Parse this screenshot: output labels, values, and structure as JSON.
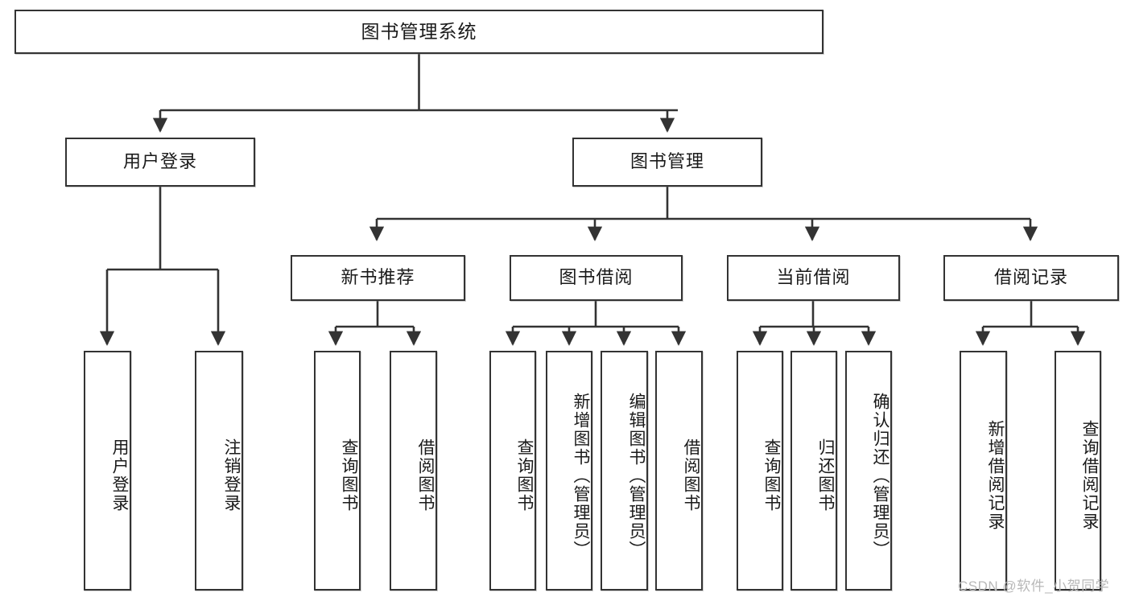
{
  "diagram": {
    "type": "tree-hierarchy-chart",
    "title_text": "图书管理系统",
    "stroke_color": "#333333",
    "fill_color": "#ffffff",
    "text_color": "#1a1a1a",
    "root": {
      "label": "图书管理系统"
    },
    "level2": [
      {
        "label": "用户登录"
      },
      {
        "label": "图书管理"
      }
    ],
    "level3": [
      {
        "label": "新书推荐"
      },
      {
        "label": "图书借阅"
      },
      {
        "label": "当前借阅"
      },
      {
        "label": "借阅记录"
      }
    ],
    "leaves": {
      "user_login": [
        {
          "label": "用户登录"
        },
        {
          "label": "注销登录"
        }
      ],
      "new_book_recommend": [
        {
          "label": "查询图书"
        },
        {
          "label": "借阅图书"
        }
      ],
      "book_borrow": [
        {
          "label": "查询图书"
        },
        {
          "label": "新增图书（管理员）"
        },
        {
          "label": "编辑图书（管理员）"
        },
        {
          "label": "借阅图书"
        }
      ],
      "current_borrow": [
        {
          "label": "查询图书"
        },
        {
          "label": "归还图书"
        },
        {
          "label": "确认归还（管理员）"
        }
      ],
      "borrow_records": [
        {
          "label": "新增借阅记录"
        },
        {
          "label": "查询借阅记录"
        }
      ]
    }
  },
  "watermark": {
    "text": "CSDN @软件_小贺同学"
  }
}
